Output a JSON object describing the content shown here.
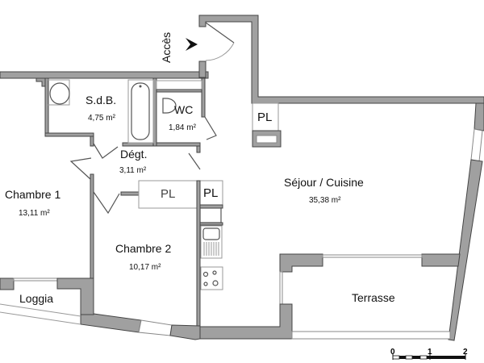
{
  "plan": {
    "entry": {
      "label": "Accès",
      "arrow_icon": "entry-arrow-icon"
    },
    "rooms": [
      {
        "id": "sdb",
        "name": "S.d.B.",
        "area": "4,75 m²"
      },
      {
        "id": "wc",
        "name": "WC",
        "area": "1,84 m²"
      },
      {
        "id": "degt",
        "name": "Dégt.",
        "area": "3,11 m²"
      },
      {
        "id": "chambre1",
        "name": "Chambre 1",
        "area": "13,11 m²"
      },
      {
        "id": "chambre2",
        "name": "Chambre 2",
        "area": "10,17 m²"
      },
      {
        "id": "sejour",
        "name": "Séjour / Cuisine",
        "area": "35,38 m²"
      },
      {
        "id": "loggia",
        "name": "Loggia",
        "area": ""
      },
      {
        "id": "terrasse",
        "name": "Terrasse",
        "area": ""
      }
    ],
    "closets": [
      "PL",
      "PL",
      "PL"
    ],
    "scale": {
      "ticks": [
        "0",
        "1",
        "2"
      ],
      "unit": "m"
    },
    "colors": {
      "wall": "#a0a0a0",
      "line": "#444444",
      "background": "#ffffff"
    }
  }
}
